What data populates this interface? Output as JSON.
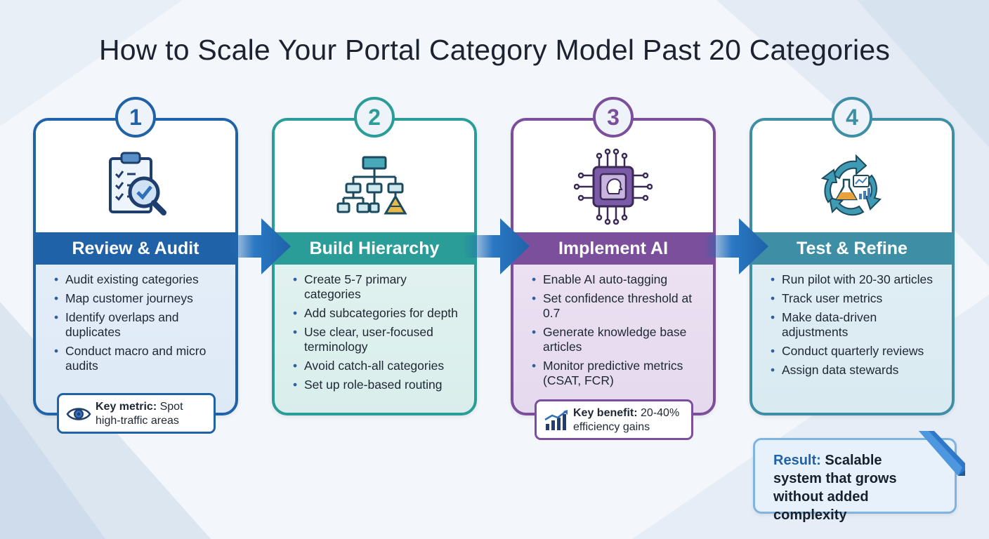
{
  "title": "How to Scale Your Portal Category Model Past 20 Categories",
  "steps": [
    {
      "number": "1",
      "heading": "Review & Audit",
      "icon": "clipboard-magnifier-icon",
      "color": "#1f62a8",
      "items": [
        "Audit existing categories",
        "Map customer journeys",
        "Identify overlaps and duplicates",
        "Conduct macro and micro audits"
      ],
      "callout": {
        "label": "Key metric:",
        "text": "Spot high-traffic areas",
        "icon": "eye-icon"
      }
    },
    {
      "number": "2",
      "heading": "Build Hierarchy",
      "icon": "hierarchy-tree-icon",
      "color": "#2a9d98",
      "items": [
        "Create 5-7 primary categories",
        "Add subcategories for depth",
        "Use clear, user-focused terminology",
        "Avoid catch-all categories",
        "Set up role-based routing"
      ]
    },
    {
      "number": "3",
      "heading": "Implement AI",
      "icon": "ai-chip-icon",
      "color": "#7b4f9c",
      "items": [
        "Enable AI auto-tagging",
        "Set confidence threshold at 0.7",
        "Generate knowledge base articles",
        "Monitor predictive metrics (CSAT, FCR)"
      ],
      "callout": {
        "label": "Key benefit:",
        "text": "20-40% efficiency gains",
        "icon": "growth-chart-icon"
      }
    },
    {
      "number": "4",
      "heading": "Test & Refine",
      "icon": "cycle-flask-icon",
      "color": "#3e8ea6",
      "items": [
        "Run pilot with 20-30 articles",
        "Track user metrics",
        "Make data-driven adjustments",
        "Conduct quarterly reviews",
        "Assign data stewards"
      ]
    }
  ],
  "result": {
    "label": "Result:",
    "text": "Scalable system that grows without added complexity"
  }
}
